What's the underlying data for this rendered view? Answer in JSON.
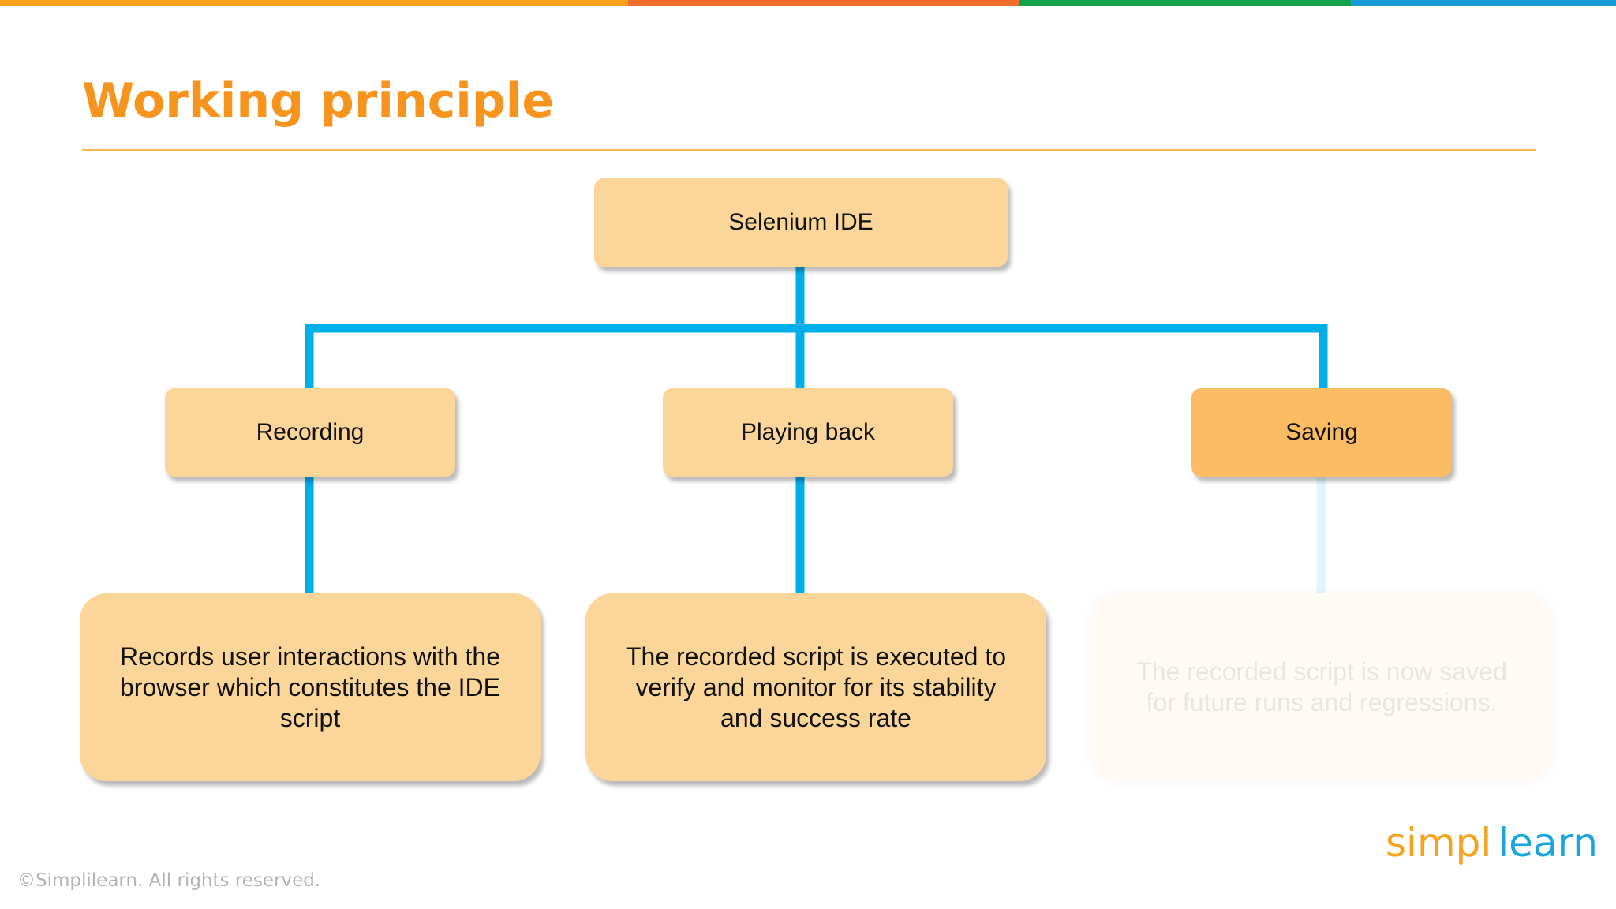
{
  "slide": {
    "title": "Working principle",
    "copyright": "©Simplilearn. All rights reserved.",
    "logo": {
      "part1": "simpl",
      "part2": "learn"
    }
  },
  "colors": {
    "title": "#f7941d",
    "box_light": "#fcd598",
    "box_saving": "#fcbc63",
    "connector": "#00aee8",
    "topbar": [
      "#f9a11b",
      "#f26d2b",
      "#12a14b",
      "#1b9bd7"
    ]
  },
  "diagram": {
    "root": {
      "label": "Selenium IDE"
    },
    "steps": [
      {
        "label": "Recording",
        "description": "Records user interactions with the browser which constitutes the IDE script"
      },
      {
        "label": "Playing back",
        "description": "The recorded script is executed to verify and monitor for its stability and success rate"
      },
      {
        "label": "Saving",
        "description": "The recorded script is now saved for future runs and regressions."
      }
    ]
  }
}
